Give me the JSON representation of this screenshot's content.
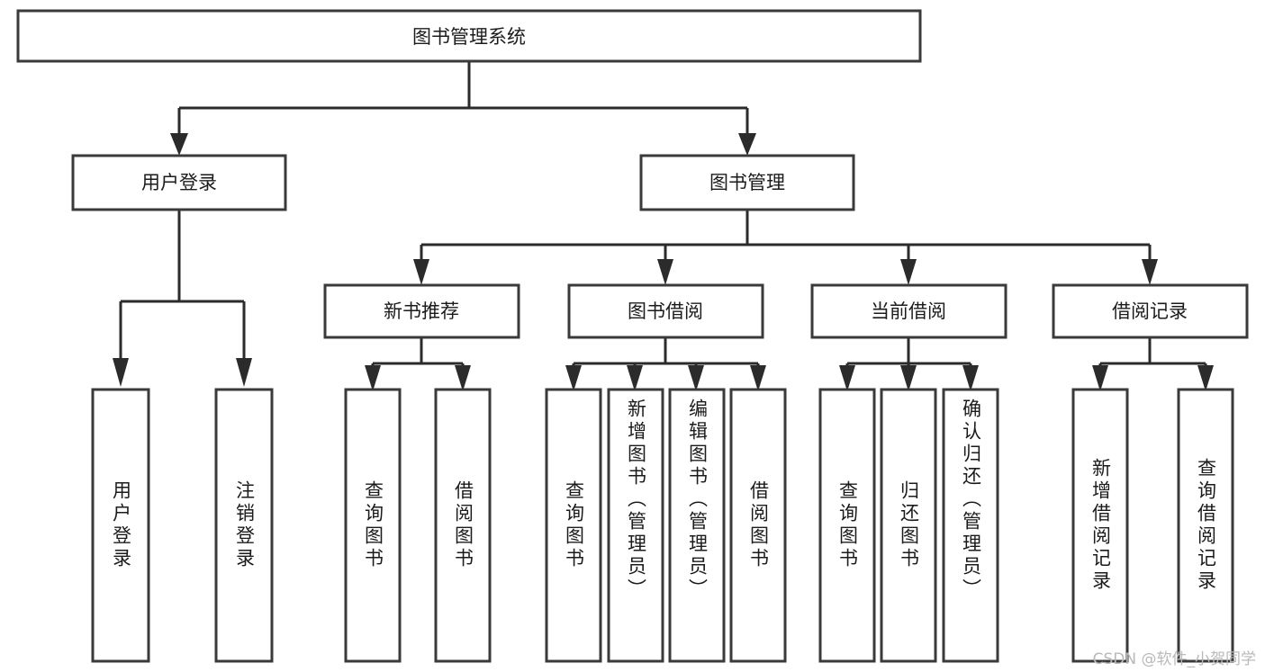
{
  "diagram": {
    "type": "tree",
    "title": "图书管理系统",
    "root": {
      "id": "root",
      "label": "图书管理系统",
      "orientation": "horizontal"
    },
    "level1": [
      {
        "id": "user-login",
        "label": "用户登录",
        "orientation": "horizontal"
      },
      {
        "id": "book-manage",
        "label": "图书管理",
        "orientation": "horizontal"
      }
    ],
    "level2": [
      {
        "id": "new-book-recommend",
        "label": "新书推荐",
        "orientation": "horizontal",
        "parent": "book-manage"
      },
      {
        "id": "book-borrow",
        "label": "图书借阅",
        "orientation": "horizontal",
        "parent": "book-manage"
      },
      {
        "id": "current-borrow",
        "label": "当前借阅",
        "orientation": "horizontal",
        "parent": "book-manage"
      },
      {
        "id": "borrow-record",
        "label": "借阅记录",
        "orientation": "horizontal",
        "parent": "book-manage"
      }
    ],
    "leaves": [
      {
        "id": "leaf-user-login",
        "label": "用户登录",
        "orientation": "vertical",
        "parent": "user-login"
      },
      {
        "id": "leaf-user-logout",
        "label": "注销登录",
        "orientation": "vertical",
        "parent": "user-login"
      },
      {
        "id": "leaf-query-book-1",
        "label": "查询图书",
        "orientation": "vertical",
        "parent": "new-book-recommend"
      },
      {
        "id": "leaf-borrow-book-1",
        "label": "借阅图书",
        "orientation": "vertical",
        "parent": "new-book-recommend"
      },
      {
        "id": "leaf-query-book-2",
        "label": "查询图书",
        "orientation": "vertical",
        "parent": "book-borrow"
      },
      {
        "id": "leaf-add-book",
        "label": "新增图书（管理员）",
        "orientation": "vertical",
        "parent": "book-borrow"
      },
      {
        "id": "leaf-edit-book",
        "label": "编辑图书（管理员）",
        "orientation": "vertical",
        "parent": "book-borrow"
      },
      {
        "id": "leaf-borrow-book-2",
        "label": "借阅图书",
        "orientation": "vertical",
        "parent": "book-borrow"
      },
      {
        "id": "leaf-query-book-3",
        "label": "查询图书",
        "orientation": "vertical",
        "parent": "current-borrow"
      },
      {
        "id": "leaf-return-book",
        "label": "归还图书",
        "orientation": "vertical",
        "parent": "current-borrow"
      },
      {
        "id": "leaf-confirm-return",
        "label": "确认归还（管理员）",
        "orientation": "vertical",
        "parent": "current-borrow"
      },
      {
        "id": "leaf-add-record",
        "label": "新增借阅记录",
        "orientation": "vertical",
        "parent": "borrow-record"
      },
      {
        "id": "leaf-query-record",
        "label": "查询借阅记录",
        "orientation": "vertical",
        "parent": "borrow-record"
      }
    ],
    "colors": {
      "background": "#ffffff",
      "box_fill": "#ffffff",
      "box_stroke": "#3a3a3a",
      "connector": "#2b2b2b",
      "text": "#1b1b1b",
      "watermark": "#b9b9b9"
    }
  },
  "watermark": {
    "text": "CSDN @软件_小贺同学"
  }
}
